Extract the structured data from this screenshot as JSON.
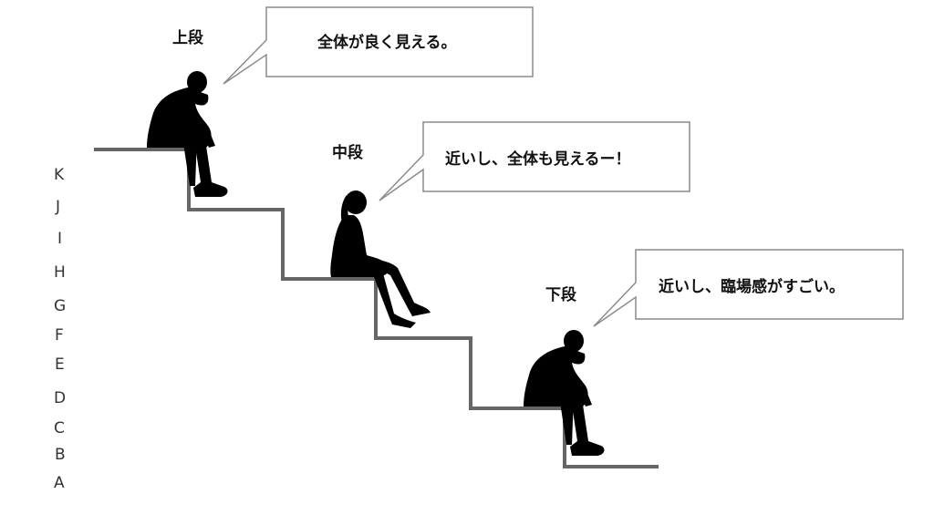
{
  "row_letters": [
    "K",
    "J",
    "I",
    "H",
    "G",
    "F",
    "E",
    "D",
    "C",
    "B",
    "A"
  ],
  "tiers": {
    "upper": {
      "label": "上段",
      "comment": "全体が良く見える。"
    },
    "middle": {
      "label": "中段",
      "comment": "近いし、全体も見えるー！"
    },
    "lower": {
      "label": "下段",
      "comment": "近いし、臨場感がすごい。"
    }
  },
  "colors": {
    "stairs": "#666666",
    "silhouette": "#000000",
    "bubble_border": "#8a8a8a"
  },
  "icons": {
    "upper": "thinking-man-icon",
    "middle": "seated-woman-icon",
    "lower": "thinking-man-icon"
  }
}
